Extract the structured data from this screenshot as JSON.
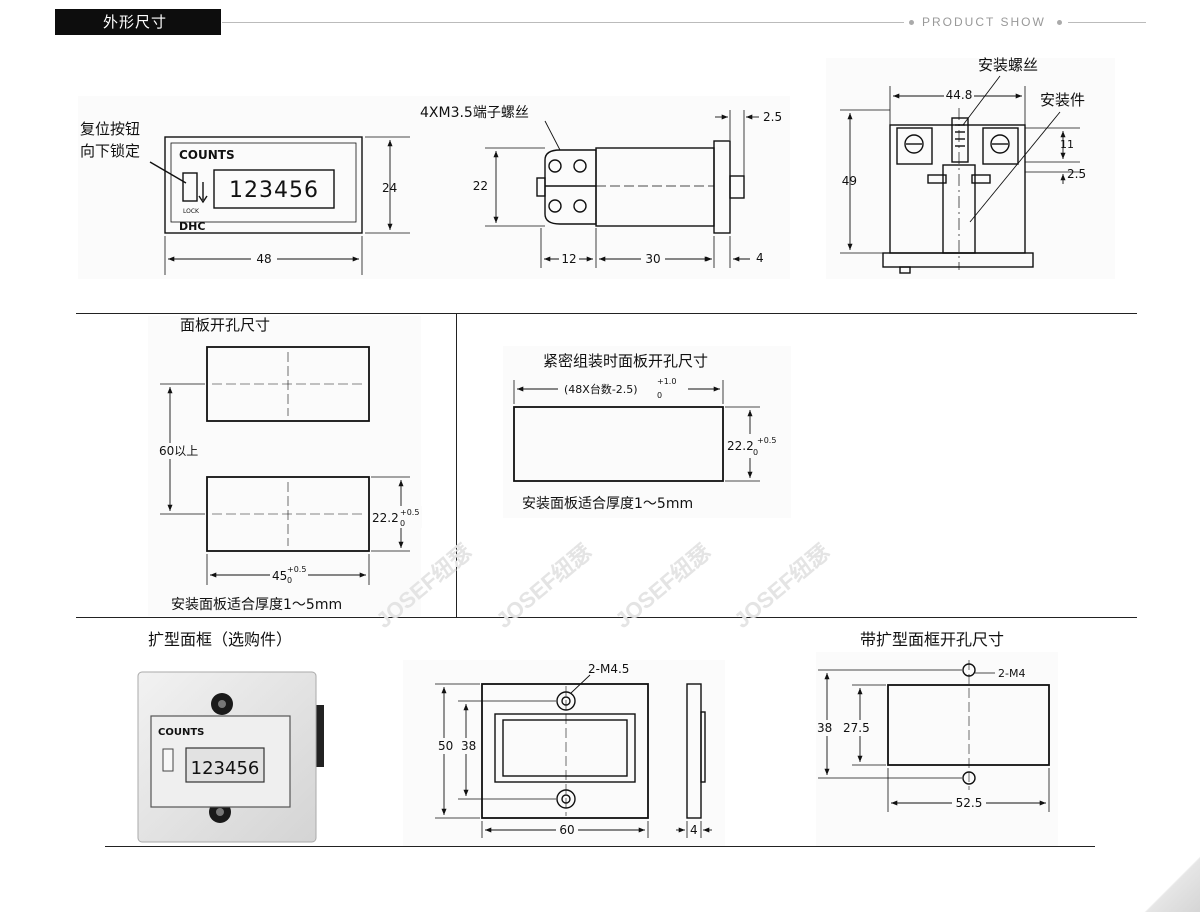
{
  "header": {
    "section_title": "外形尺寸",
    "product_show": "PRODUCT SHOW"
  },
  "front_view": {
    "reset_note_line1": "复位按钮",
    "reset_note_line2": "向下锁定",
    "counts_label": "COUNTS",
    "display_digits": "123456",
    "lock_label": "LOCK",
    "brand": "DHC",
    "dim_height": "24",
    "dim_width": "48"
  },
  "side_view": {
    "screw_label": "4XM3.5端子螺丝",
    "dim_top": "2.5",
    "dim_height": "22",
    "dim_a": "12",
    "dim_b": "30",
    "dim_c": "4"
  },
  "top_view": {
    "screw_label": "安装螺丝",
    "mount_label": "安装件",
    "dim_width": "44.8",
    "dim_height": "49",
    "dim_a": "11",
    "dim_b": "2.5"
  },
  "panel_cutout": {
    "title": "面板开孔尺寸",
    "dim_spacing": "60以上",
    "dim_height": "22.2",
    "dim_height_tol_upper": "+0.5",
    "dim_height_tol_lower": "0",
    "dim_width": "45",
    "dim_width_tol_upper": "+0.5",
    "dim_width_tol_lower": "0",
    "thickness_note": "安装面板适合厚度1～5mm"
  },
  "tight_cutout": {
    "title": "紧密组装时面板开孔尺寸",
    "dim_width": "(48X台数-2.5)",
    "dim_width_tol_upper": "+1.0",
    "dim_width_tol_lower": "0",
    "dim_height": "22.2",
    "dim_height_tol_upper": "+0.5",
    "dim_height_tol_lower": "0",
    "thickness_note": "安装面板适合厚度1～5mm"
  },
  "watermark": {
    "text": "JOSEF纽瑟"
  },
  "frame_photo": {
    "title": "扩型面框（选购件）",
    "counts_label": "COUNTS",
    "display_digits": "123456"
  },
  "frame_drawing": {
    "screw_label": "2-M4.5",
    "dim_outer": "50",
    "dim_inner": "38",
    "dim_width": "60",
    "dim_depth": "4"
  },
  "frame_cutout": {
    "title": "带扩型面框开孔尺寸",
    "screw_label": "2-M4",
    "dim_outer": "38",
    "dim_inner": "27.5",
    "dim_width": "52.5"
  }
}
